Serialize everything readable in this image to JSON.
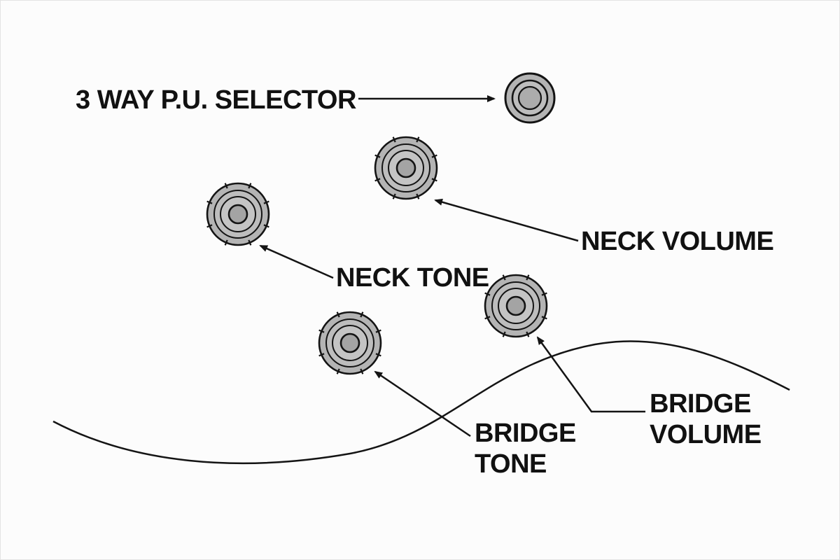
{
  "diagram": {
    "selector": {
      "label": "3 WAY P.U. SELECTOR"
    },
    "neck_volume": {
      "label": "NECK VOLUME"
    },
    "neck_tone": {
      "label": "NECK TONE"
    },
    "bridge_volume": {
      "line1": "BRIDGE",
      "line2": "VOLUME"
    },
    "bridge_tone": {
      "line1": "BRIDGE",
      "line2": "TONE"
    },
    "knobs": [
      {
        "name": "3-way-pickup-selector"
      },
      {
        "name": "neck-volume-knob"
      },
      {
        "name": "neck-tone-knob"
      },
      {
        "name": "bridge-volume-knob"
      },
      {
        "name": "bridge-tone-knob"
      }
    ],
    "colors": {
      "background": "#fcfcfc",
      "ink": "#141414",
      "knob_fill": "#b4b4b4",
      "knob_mid": "#bdbdbd",
      "knob_center": "#a4a4a4"
    }
  }
}
